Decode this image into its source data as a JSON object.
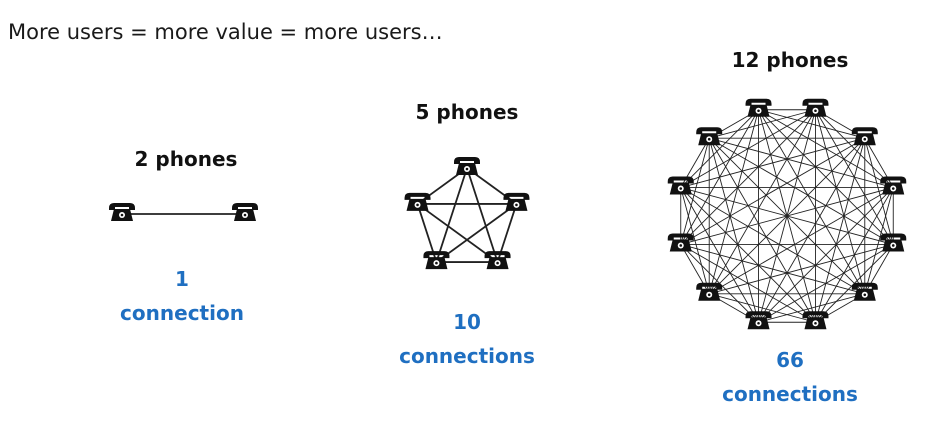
{
  "headline": "More users = more value = more users…",
  "colors": {
    "count": "#1f6fc1",
    "line": "#222222",
    "phone": "#111111"
  },
  "networks": [
    {
      "title": "2 phones",
      "phones": 2,
      "count": "1",
      "count_label": "connection"
    },
    {
      "title": "5 phones",
      "phones": 5,
      "count": "10",
      "count_label": "connections"
    },
    {
      "title": "12 phones",
      "phones": 12,
      "count": "66",
      "count_label": "connections"
    }
  ]
}
